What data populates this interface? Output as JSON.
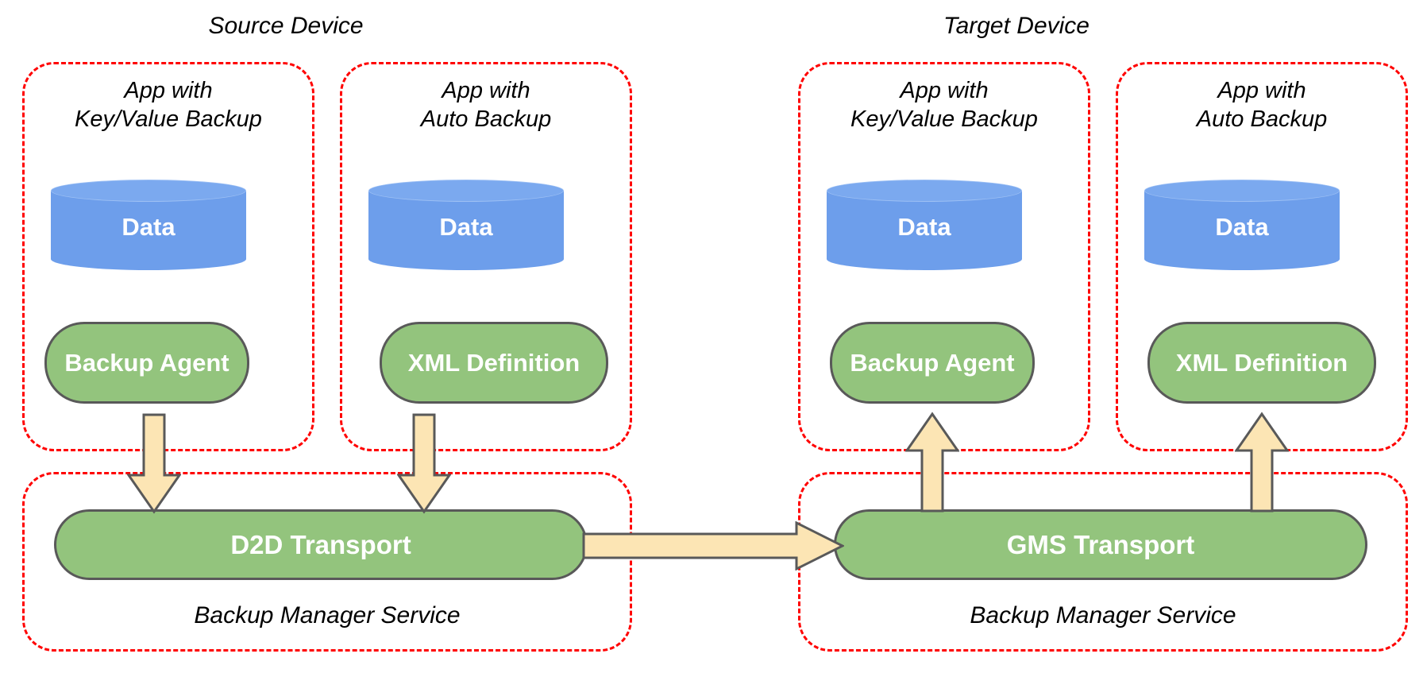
{
  "diagram": {
    "title_left": "Source Device",
    "title_right": "Target Device",
    "colors": {
      "container_border": "#ff0000",
      "database_fill": "#6d9eeb",
      "component_fill": "#93c47d",
      "component_border": "#595959",
      "arrow_fill": "#fce5b4",
      "arrow_border": "#595959",
      "text_light": "#ffffff",
      "text_dark": "#000000"
    }
  },
  "source_device": {
    "label": "Source Device",
    "apps": [
      {
        "caption": "App with\nKey/Value Backup",
        "database_label": "Data",
        "component_label": "Backup Agent"
      },
      {
        "caption": "App with\nAuto Backup",
        "database_label": "Data",
        "component_label": "XML Definition"
      }
    ],
    "service": {
      "caption": "Backup Manager Service",
      "transport_label": "D2D Transport"
    }
  },
  "target_device": {
    "label": "Target Device",
    "apps": [
      {
        "caption": "App with\nKey/Value Backup",
        "database_label": "Data",
        "component_label": "Backup Agent"
      },
      {
        "caption": "App with\nAuto Backup",
        "database_label": "Data",
        "component_label": "XML Definition"
      }
    ],
    "service": {
      "caption": "Backup Manager Service",
      "transport_label": "GMS Transport"
    }
  },
  "flows": [
    {
      "name": "backup-agent-to-d2d",
      "direction": "down"
    },
    {
      "name": "xml-definition-to-d2d",
      "direction": "down"
    },
    {
      "name": "d2d-to-gms",
      "direction": "right"
    },
    {
      "name": "gms-to-backup-agent",
      "direction": "up"
    },
    {
      "name": "gms-to-xml-definition",
      "direction": "up"
    }
  ]
}
